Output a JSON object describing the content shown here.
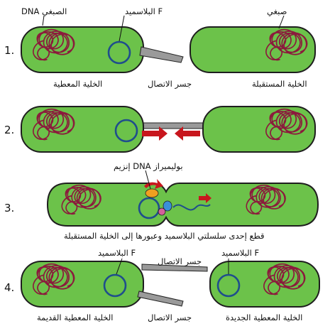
{
  "steps": [
    "1.",
    "2.",
    "3.",
    "4."
  ],
  "labels": {
    "s1_dna": "DNA الصبغي",
    "s1_plasmid": "البلاسميد F",
    "s1_chromosome": "صبغي",
    "s1_donor": "الخلية المعطية",
    "s1_bridge": "جسر الاتصال",
    "s1_recipient": "الخلية المستقبلة",
    "s3_enzyme": "إنزيم DNA بوليميراز",
    "s3_caption": "قطع إحدى سلسلتي البلاسميد وعبورها إلى الخلية المستقبلة",
    "s4_plasmid_left": "البلاسميد F",
    "s4_bridge_top": "جسر الاتصال",
    "s4_plasmid_right": "البلاسميد F",
    "s4_old_donor": "الخلية المعطية القديمة",
    "s4_bridge_bottom": "جسر الاتصال",
    "s4_new_donor": "الخلية المعطية الجديدة"
  },
  "colors": {
    "cell": "#6cc24a",
    "chromosome": "#8b1a3c",
    "plasmid": "#1f4e8c",
    "arrow": "#c8161d",
    "enzyme_orange": "#f0a020",
    "enzyme_blue": "#3a8fd8",
    "enzyme_pink": "#d4609a"
  }
}
